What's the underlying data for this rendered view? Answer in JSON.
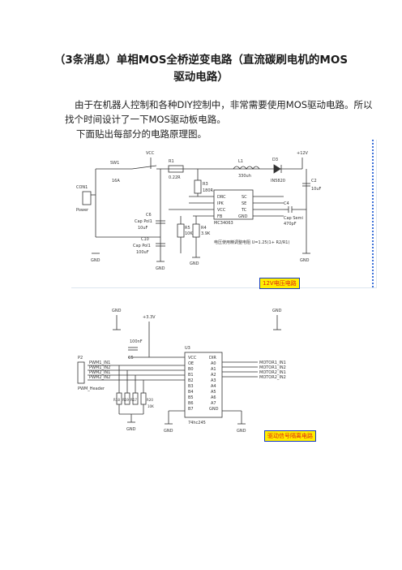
{
  "article": {
    "title_line1": "（3条消息）单相MOS全桥逆变电路（直流碳刷电机的MOS",
    "title_line2": "驱动电路）",
    "para1": "由于在机器人控制和各种DIY控制中，非常需要使用MOS驱动电路。所以找个时间设计了一下MOS驱动板电路。",
    "para2": "下面贴出每部分的电路原理图。"
  },
  "schematic1": {
    "vcc": "VCC",
    "plus12": "+12V",
    "sw": "SW1",
    "sw_rating": "16A",
    "con": "CON1",
    "con_name": "Power",
    "r1": "R1",
    "r1_val": "0.22R",
    "l1": "L1",
    "l1_val": "330uh",
    "d3": "D3",
    "d3_val": "IN5820",
    "r3": "R3",
    "r3_val": "180R",
    "c2": "C2",
    "c2_val": "10uF",
    "c4": "C4",
    "c4_val": "470pF",
    "c4_name": "Cap Semi",
    "c6": "C6",
    "c6_name": "Cap Pol1",
    "c6_val": "10uF",
    "c10": "C10",
    "c10_name": "Cap Pol1",
    "c10_val": "100uF",
    "r5": "R5",
    "r5_val": "10K",
    "r4": "R4",
    "r4_val": "3.9K",
    "ic": "MC34063",
    "ic_pins": [
      "DRC",
      "SC",
      "IPK",
      "SE",
      "VCC",
      "TC",
      "FB",
      "GND"
    ],
    "note": "电压使用精调整电阻 U=1.25(1+ R2/R1)",
    "gnd": "GND",
    "label": "12V电压电路"
  },
  "schematic2": {
    "gnd": "GND",
    "v33": "+3.3V",
    "c_val": "100nF",
    "c_name": "C5",
    "u": "U3",
    "ic": "74hc245",
    "left_pins": [
      "VCC",
      "OE",
      "B0",
      "B1",
      "B2",
      "B3",
      "B4",
      "B5",
      "B6",
      "B7"
    ],
    "right_pins": [
      "DIR",
      "A0",
      "A1",
      "A2",
      "A3",
      "A4",
      "A5",
      "A6",
      "A7",
      "GND"
    ],
    "header": "P2",
    "header_name": "PWM_Header",
    "inputs": [
      "PWM1_IN1",
      "PWM1_IN2",
      "PWM2_IN1",
      "PWM2_IN2"
    ],
    "outputs": [
      "MOTOR1_IN1",
      "MOTOR1_IN2",
      "MOTOR2_IN1",
      "MOTOR2_IN2"
    ],
    "resistors": [
      "R18",
      "R19",
      "R17",
      "R20"
    ],
    "res_val": "10K",
    "label": "驱动信号隔离电路"
  }
}
